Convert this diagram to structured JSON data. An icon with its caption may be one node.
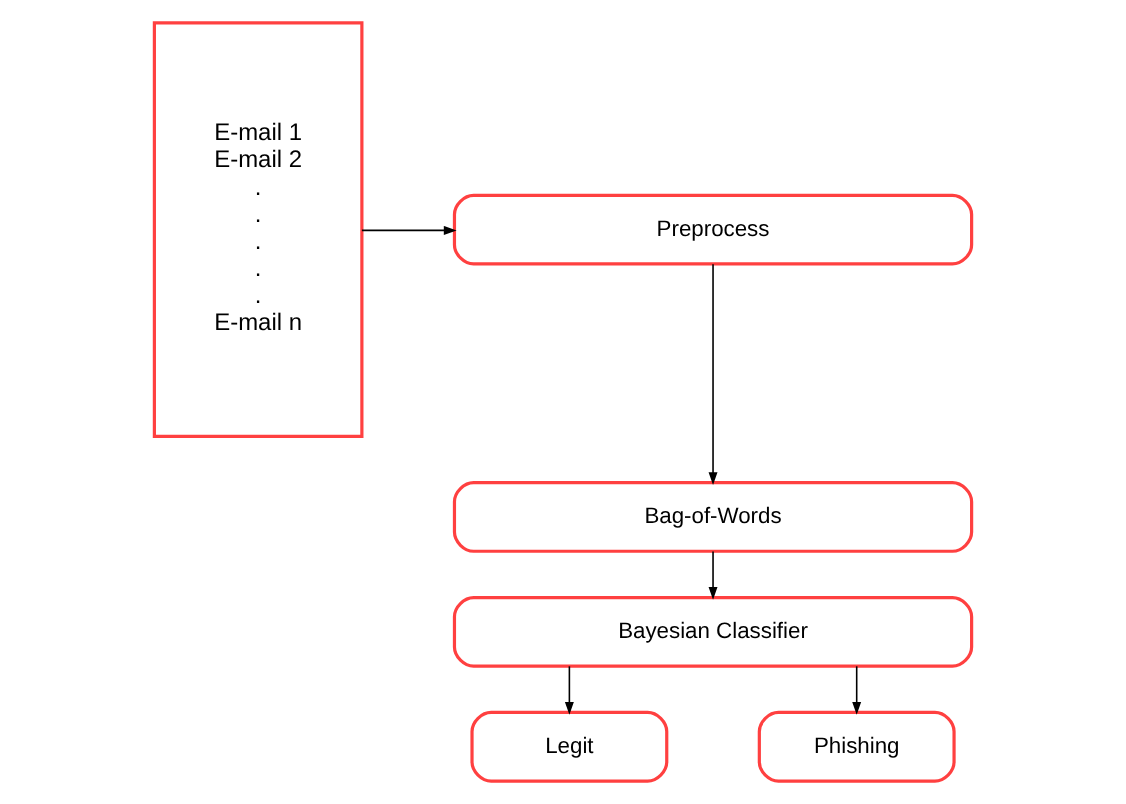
{
  "diagram": {
    "nodes": [
      {
        "text": [
          "E-mail 1",
          "E-mail 2",
          ".",
          ".",
          ".",
          ".",
          ".",
          "E-mail n"
        ]
      },
      {
        "text": [
          "Preprocess"
        ]
      },
      {
        "text": [
          "Bag-of-Words"
        ]
      },
      {
        "text": [
          "Bayesian Classifier"
        ]
      },
      {
        "text": [
          "Legit"
        ]
      },
      {
        "text": [
          "Phishing"
        ]
      }
    ],
    "edges": [
      {
        "from": 0,
        "to": 1,
        "arrow": "to"
      },
      {
        "from": 1,
        "to": 2,
        "arrow": "to"
      },
      {
        "from": 2,
        "to": 3,
        "arrow": "to"
      },
      {
        "from": 3,
        "to": 4,
        "arrow": "to"
      },
      {
        "from": 3,
        "to": 5,
        "arrow": "to"
      }
    ]
  }
}
